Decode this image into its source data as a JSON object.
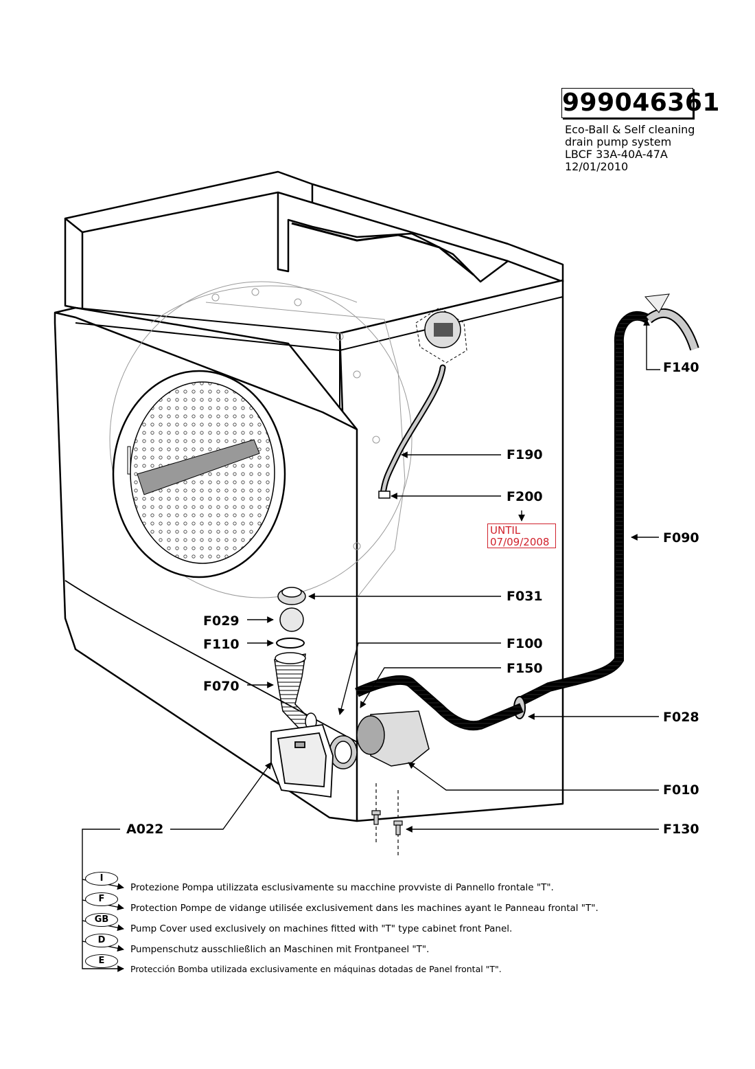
{
  "header": {
    "part_number": "999046361",
    "description": [
      "Eco-Ball & Self cleaning",
      "drain pump system",
      "LBCF 33A-40A-47A",
      "12/01/2010"
    ]
  },
  "labels": {
    "f140": "F140",
    "f190": "F190",
    "f200": "F200",
    "f090": "F090",
    "f031": "F031",
    "f029": "F029",
    "f110": "F110",
    "f100": "F100",
    "f150": "F150",
    "f070": "F070",
    "f028": "F028",
    "f010": "F010",
    "a022": "A022",
    "f130": "F130"
  },
  "note": {
    "line1": "UNTIL",
    "line2": "07/09/2008",
    "color": "#d0202a"
  },
  "legend": [
    {
      "code": "I",
      "text": "Protezione Pompa utilizzata esclusivamente su macchine provviste di Pannello frontale \"T\"."
    },
    {
      "code": "F",
      "text": "Protection Pompe de vidange utilisée exclusivement dans les machines ayant le Panneau frontal \"T\"."
    },
    {
      "code": "GB",
      "text": "Pump Cover used exclusively on  machines fitted with \"T\" type cabinet front Panel."
    },
    {
      "code": "D",
      "text": "Pumpenschutz ausschließlich an Maschinen mit Frontpaneel \"T\"."
    },
    {
      "code": "E",
      "text": "Protección Bomba utilizada exclusivamente en máquinas dotadas de Panel frontal \"T\"."
    }
  ]
}
